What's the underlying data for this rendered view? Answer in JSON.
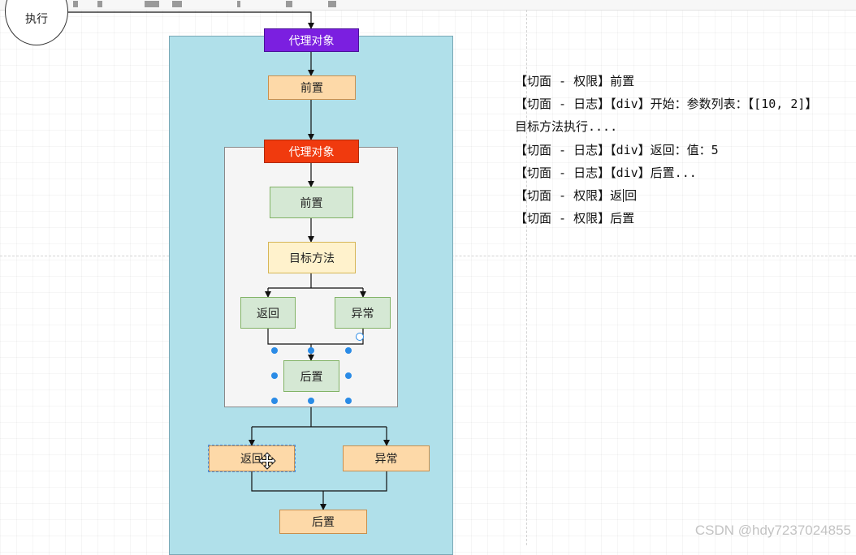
{
  "start_node": {
    "label": "执行"
  },
  "outer_proxy": {
    "title": "代理对象",
    "before": "前置",
    "return": "返回",
    "exception": "异常",
    "after": "后置"
  },
  "inner_proxy": {
    "title": "代理对象",
    "before": "前置",
    "target": "目标方法",
    "return": "返回",
    "exception": "异常",
    "after": "后置"
  },
  "console": {
    "lines": [
      "【切面 - 权限】前置",
      "【切面 - 日志】【div】开始：参数列表：【[10, 2]】",
      "目标方法执行....",
      "【切面 - 日志】【div】返回：值：5",
      "【切面 - 日志】【div】后置...",
      "【切面 - 权限】返",
      "【切面 - 权限】后置"
    ],
    "line6_tail": "回"
  },
  "watermark": "CSDN @hdy7237024855",
  "colors": {
    "outer_fill": "#b0e0ea",
    "inner_fill": "#f5f5f5",
    "outer_title": "#7b1fe0",
    "inner_title": "#f03a0e",
    "orange_node": "#fdd9a8",
    "green_node": "#d5e8d4",
    "yellow_node": "#fff2cc",
    "selection": "#2a8be6"
  }
}
